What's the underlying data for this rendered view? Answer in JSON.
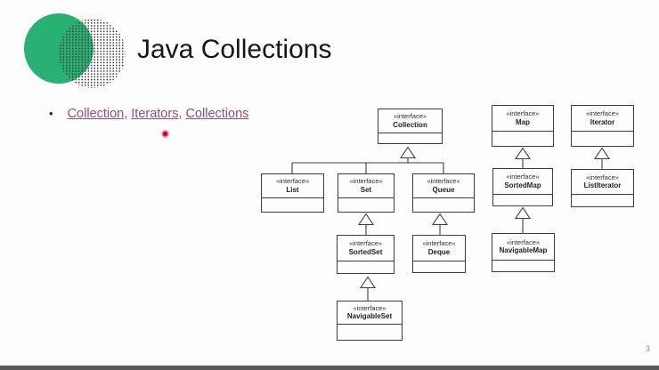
{
  "slide": {
    "title": "Java Collections",
    "page_number": "3"
  },
  "bullet": {
    "marker": "•",
    "separator": ",",
    "links": [
      {
        "label": "Collection"
      },
      {
        "label": "Iterators"
      },
      {
        "label": "Collections"
      }
    ]
  },
  "diagram": {
    "stereotype": "«interface»",
    "boxes": [
      {
        "id": "collection",
        "name": "Collection"
      },
      {
        "id": "map",
        "name": "Map"
      },
      {
        "id": "iterator",
        "name": "Iterator"
      },
      {
        "id": "list",
        "name": "List"
      },
      {
        "id": "set",
        "name": "Set"
      },
      {
        "id": "queue",
        "name": "Queue"
      },
      {
        "id": "sortedset",
        "name": "SortedSet"
      },
      {
        "id": "deque",
        "name": "Deque"
      },
      {
        "id": "navigableset",
        "name": "NavigableSet"
      },
      {
        "id": "sortedmap",
        "name": "SortedMap"
      },
      {
        "id": "navigablemap",
        "name": "NavigableMap"
      },
      {
        "id": "listiterator",
        "name": "ListIterator"
      }
    ],
    "relations": [
      "List extends Collection",
      "Set extends Collection",
      "Queue extends Collection",
      "SortedSet extends Set",
      "Deque extends Queue",
      "NavigableSet extends SortedSet",
      "SortedMap extends Map",
      "NavigableMap extends SortedMap",
      "ListIterator extends Iterator"
    ]
  },
  "colors": {
    "accent_green": "#29b173",
    "link": "#954F72",
    "diagram_line": "#3e3e3e",
    "laser": "#f5213f",
    "bottom_bar": "#5a5a5a"
  }
}
